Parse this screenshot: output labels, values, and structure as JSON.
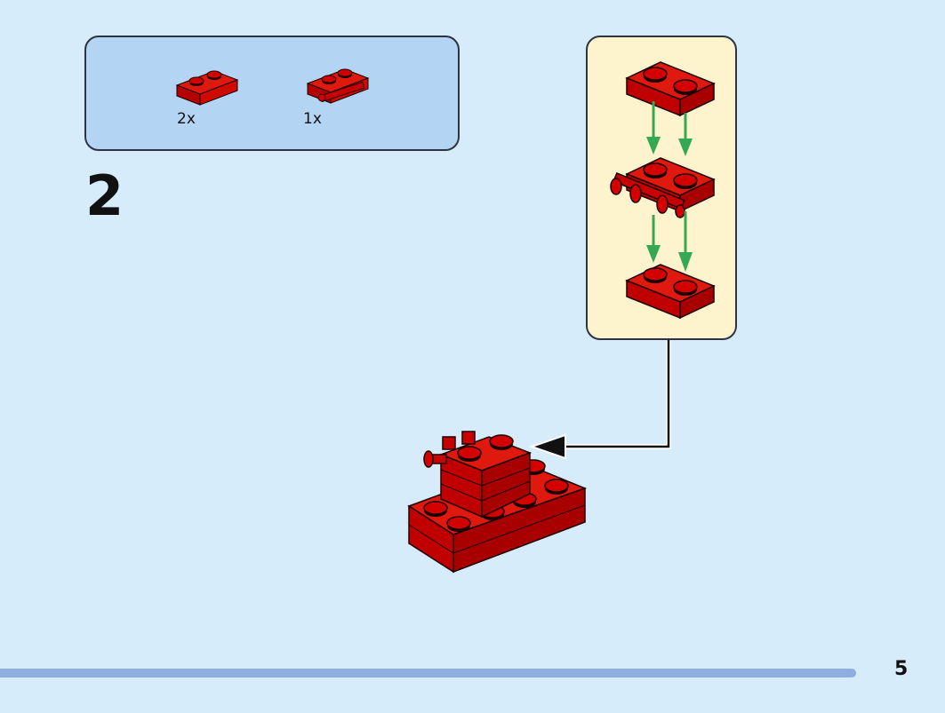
{
  "parts_list": {
    "items": [
      {
        "icon": "red-plate-1x2-icon",
        "quantity": "2x"
      },
      {
        "icon": "red-plate-with-bar-handles-icon",
        "quantity": "1x"
      }
    ]
  },
  "step": {
    "number": "2"
  },
  "subassembly": {
    "icons": [
      "red-plate-1x2-icon",
      "red-plate-with-bar-handles-icon",
      "red-plate-1x2-icon"
    ],
    "arrow_color": "#34a853"
  },
  "colors": {
    "brick_red": "#d40000",
    "brick_outline": "#1a0000"
  },
  "footer": {
    "page_number": "5"
  }
}
